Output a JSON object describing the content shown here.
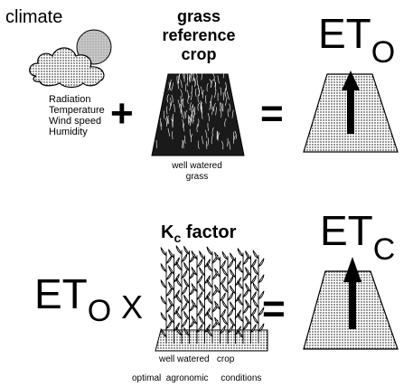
{
  "climate": {
    "label": "climate",
    "factors": [
      "Radiation",
      "Temperature",
      "Wind speed",
      "Humidity"
    ]
  },
  "reference": {
    "title_lines": [
      "grass",
      "reference",
      "crop"
    ],
    "caption_lines": [
      "well watered",
      "grass"
    ],
    "plus": "+",
    "equals": "=",
    "result_main": "ET",
    "result_sub": "O"
  },
  "crop": {
    "input_main": "ET",
    "input_sub": "O",
    "times": "X",
    "kc_main": "K",
    "kc_sub": "c",
    "kc_label": "factor",
    "equals": "=",
    "caption": "well watered   crop",
    "conditions": "optimal  agronomic     conditions",
    "result_main": "ET",
    "result_sub": "C"
  }
}
